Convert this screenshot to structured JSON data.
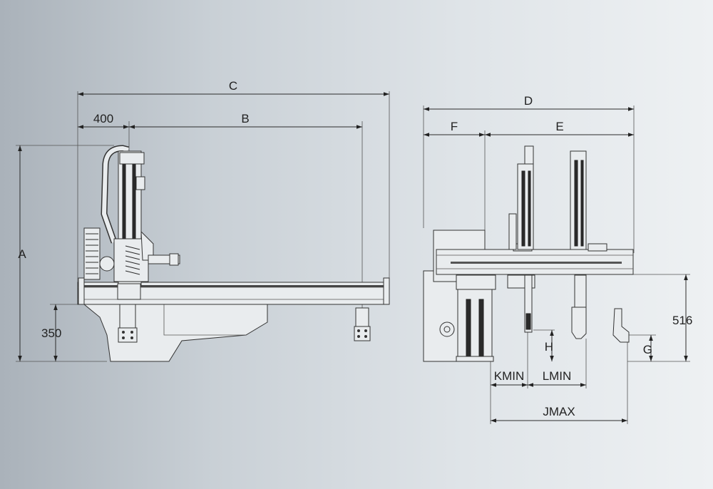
{
  "labels": {
    "c": "C",
    "dim_400": "400",
    "b": "B",
    "a": "A",
    "dim_350": "350",
    "d": "D",
    "f": "F",
    "e": "E",
    "dim_516": "516",
    "h": "H",
    "g": "G",
    "kmin": "KMIN",
    "lmin": "LMIN",
    "jmax": "JMAX"
  }
}
